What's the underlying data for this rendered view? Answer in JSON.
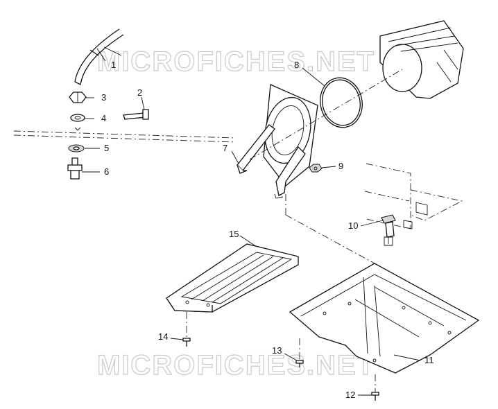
{
  "watermarks": [
    "MICROFICHES.NET",
    "MICROFICHES.NET"
  ],
  "callouts": [
    "1",
    "2",
    "3",
    "4",
    "5",
    "6",
    "7",
    "8",
    "9",
    "10",
    "11",
    "12",
    "13",
    "14",
    "15"
  ]
}
